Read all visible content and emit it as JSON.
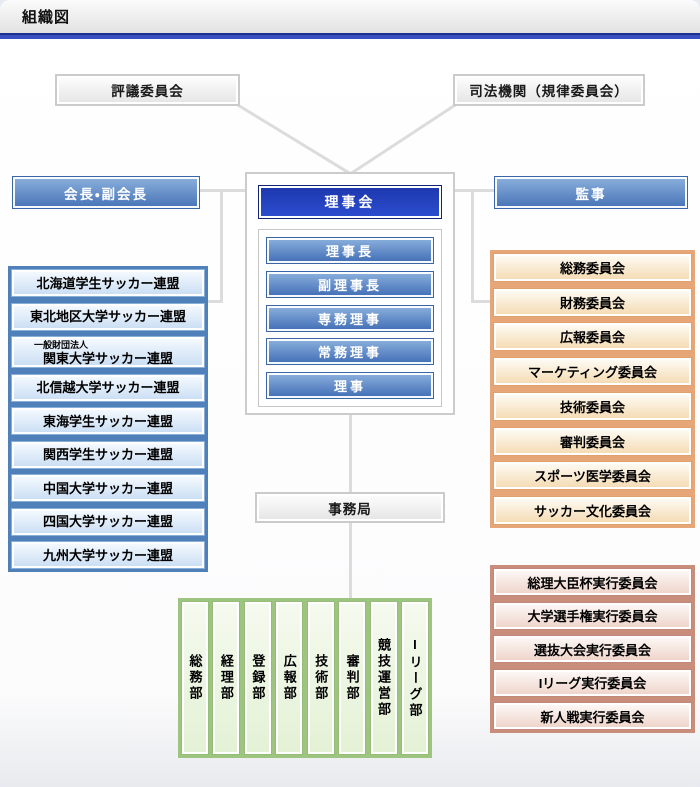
{
  "header": {
    "title": "組織図"
  },
  "chart": {
    "council": "評議委員会",
    "judicial": "司法機関（規律委員会）",
    "president": "会長・副会長",
    "auditor": "監事",
    "board_title": "理事会",
    "board_members": [
      "理事長",
      "副理事長",
      "専務理事",
      "常務理事",
      "理事"
    ],
    "secretariat": "事務局",
    "federations": [
      {
        "label": "北海道学生サッカー連盟"
      },
      {
        "label": "東北地区大学サッカー連盟"
      },
      {
        "prefix": "一般財団法人",
        "label": "関東大学サッカー連盟"
      },
      {
        "label": "北信越大学サッカー連盟"
      },
      {
        "label": "東海学生サッカー連盟"
      },
      {
        "label": "関西学生サッカー連盟"
      },
      {
        "label": "中国大学サッカー連盟"
      },
      {
        "label": "四国大学サッカー連盟"
      },
      {
        "label": "九州大学サッカー連盟"
      }
    ],
    "committees": [
      "総務委員会",
      "財務委員会",
      "広報委員会",
      "マーケティング委員会",
      "技術委員会",
      "審判委員会",
      "スポーツ医学委員会",
      "サッカー文化委員会"
    ],
    "departments": [
      "総務部",
      "経理部",
      "登録部",
      "広報部",
      "技術部",
      "審判部",
      "競技運営部",
      "Iリーグ部"
    ],
    "exec_committees": [
      "総理大臣杯実行委員会",
      "大学選手権実行委員会",
      "選抜大会実行委員会",
      "Iリーグ実行委員会",
      "新人戦実行委員会"
    ]
  },
  "colors": {
    "accent_blue": "#3a50c0",
    "board_blue": "#2c4ed0",
    "federation_blue": "#4f80ba",
    "committee_orange": "#e7a677",
    "department_green": "#9dc57f",
    "exec_rose": "#c98d7c",
    "connector_gray": "#dcdcdc"
  }
}
